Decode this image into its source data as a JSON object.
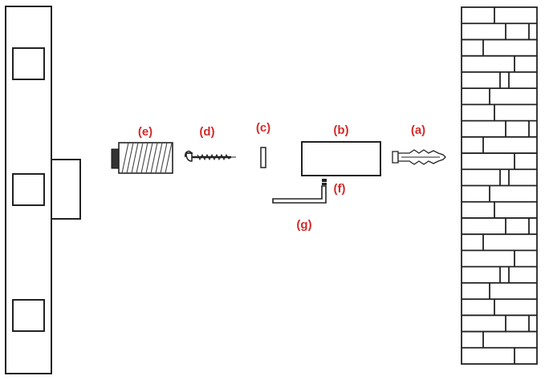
{
  "labels": {
    "a": "(a)",
    "b": "(b)",
    "c": "(c)",
    "d": "(d)",
    "e": "(e)",
    "f": "(f)",
    "g": "(g)"
  },
  "colors": {
    "label": "#d42a2a",
    "line": "#222222",
    "background": "#ffffff"
  }
}
